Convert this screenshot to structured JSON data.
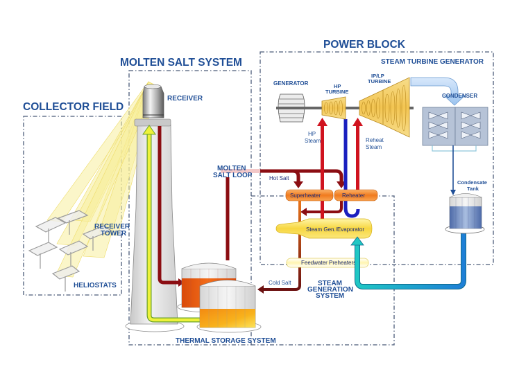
{
  "sections": {
    "power_block": "POWER BLOCK",
    "molten_salt_system": "MOLTEN SALT SYSTEM",
    "collector_field": "COLLECTOR FIELD",
    "steam_turbine_generator": "STEAM TURBINE GENERATOR",
    "steam_generation_system": [
      "STEAM",
      "GENERATION",
      "SYSTEM"
    ],
    "thermal_storage_system": "THERMAL STORAGE SYSTEM"
  },
  "components": {
    "generator": "GENERATOR",
    "hp_turbine": [
      "HP",
      "TURBINE"
    ],
    "iplp_turbine": [
      "IP/LP",
      "TURBINE"
    ],
    "condenser": "CONDENSER",
    "condensate_tank": [
      "Condensate",
      "Tank"
    ],
    "receiver": "RECEIVER",
    "receiver_tower": [
      "RECEIVER",
      "TOWER"
    ],
    "heliostats": "HELIOSTATS",
    "molten_salt_loop": [
      "MOLTEN",
      "SALT LOOP"
    ],
    "superheater": "Superheater",
    "reheater": "Reheater",
    "steam_gen_evaporator": "Steam Gen./Evaporator",
    "feedwater_preheaters": "Feedwater Preheaters"
  },
  "flows": {
    "hp_steam": [
      "HP",
      "Steam"
    ],
    "reheat_steam": [
      "Reheat",
      "Steam"
    ],
    "hot_salt": "Hot Salt",
    "cold_salt": "Cold Salt"
  },
  "colors": {
    "title_blue": "#1f4e96",
    "hot_salt": "#8b0d12",
    "steam_red": "#d0131f",
    "cold_return_blue": "#1a1fbf",
    "feedwater_cyan": "#1fb5c9",
    "condensate_blue": "#1e7fd6",
    "cold_salt_yellow": "#e8f23a",
    "sunlight": "#f7ec9a"
  }
}
